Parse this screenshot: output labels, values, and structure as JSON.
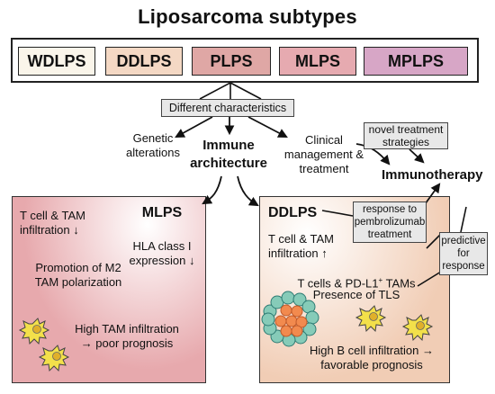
{
  "title": "Liposarcoma subtypes",
  "subtypes": [
    {
      "label": "WDLPS",
      "color": "#faf5ea"
    },
    {
      "label": "DDLPS",
      "color": "#f4d8c4"
    },
    {
      "label": "PLPS",
      "color": "#dfa7a5"
    },
    {
      "label": "MLPS",
      "color": "#e6aab0"
    },
    {
      "label": "MPLPS",
      "color": "#d7a6c6"
    }
  ],
  "characteristics_label": "Different characteristics",
  "branches": {
    "genetic": "Genetic alterations",
    "immune": "Immune architecture",
    "clinical": "Clinical management & treatment"
  },
  "novel_treatment": "novel treatment strategies",
  "immunotherapy": "Immunotherapy",
  "mlps_panel": {
    "title": "MLPS",
    "tcell": "T cell & TAM infiltration ↓",
    "hla": "HLA class I expression ↓",
    "m2": "Promotion of M2 TAM polarization",
    "prognosis": "High TAM infiltration → poor prognosis",
    "color": "#e7a9ad"
  },
  "ddlps_panel": {
    "title": "DDLPS",
    "tcell": "T cell & TAM infiltration ↑",
    "pdl1_prefix": "T cells & PD-L1",
    "pdl1_sup": "+",
    "pdl1_suffix": " TAMs",
    "tls": "Presence of TLS",
    "prognosis": "High B cell infiltration → favorable prognosis",
    "color": "#f1cdb5"
  },
  "response_box": "response to pembrolizumab treatment",
  "predictive_box": "predictive for response"
}
